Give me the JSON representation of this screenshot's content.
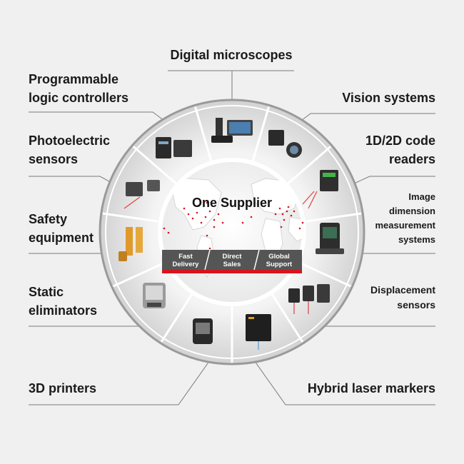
{
  "center": {
    "title": "One Supplier",
    "pillars": [
      {
        "line1": "Fast",
        "line2": "Delivery"
      },
      {
        "line1": "Direct",
        "line2": "Sales"
      },
      {
        "line1": "Global",
        "line2": "Support"
      }
    ]
  },
  "products": {
    "digital_microscopes": "Digital microscopes",
    "plc": [
      "Programmable",
      "logic controllers"
    ],
    "vision_systems": "Vision systems",
    "photoelectric": [
      "Photoelectric",
      "sensors"
    ],
    "code_readers": [
      "1D/2D code",
      "readers"
    ],
    "image_dimension": [
      "Image",
      "dimension",
      "measurement",
      "systems"
    ],
    "safety": [
      "Safety",
      "equipment"
    ],
    "static": [
      "Static",
      "eliminators"
    ],
    "displacement": [
      "Displacement",
      "sensors"
    ],
    "printers_3d": "3D printers",
    "laser_markers": "Hybrid laser markers"
  },
  "colors": {
    "accent_red": "#d7141e",
    "ring_grey": "#9a9a9a",
    "band_dark": "#555555"
  }
}
